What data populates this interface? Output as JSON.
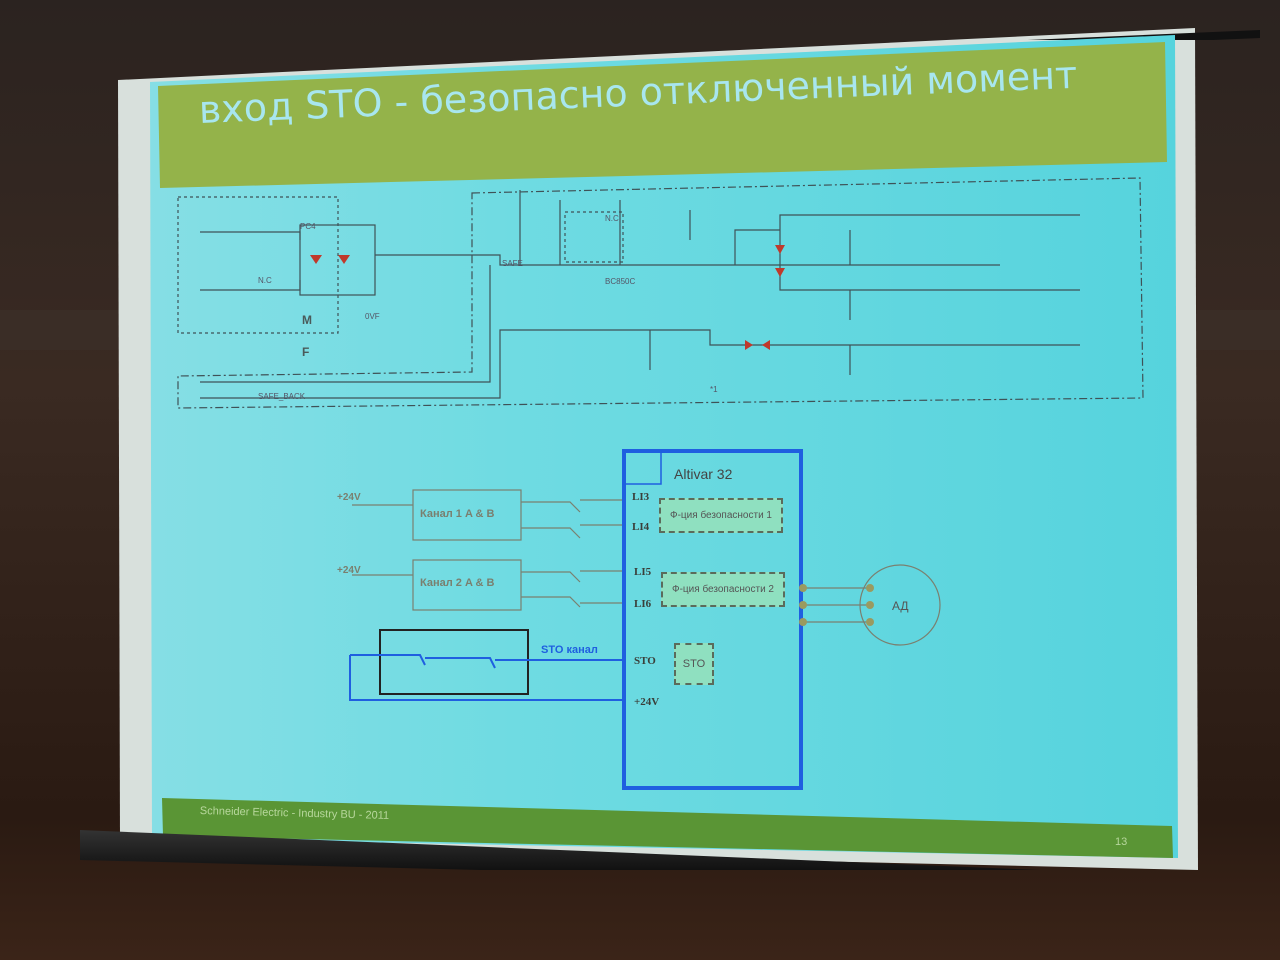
{
  "slide": {
    "title": "вход STO - безопасно отключенный момент",
    "footer": "Schneider Electric - Industry BU - 2011",
    "page_number": "13"
  },
  "schematic": {
    "block_m": "M",
    "block_f": "F",
    "nc_1": "N.C",
    "nc_2": "N.C",
    "net_safe": "SAFE",
    "net_safe_back": "SAFE_BACK",
    "optocoupler": "PC4",
    "transistor": "BC850C",
    "gnd": "0VF",
    "note": "*1"
  },
  "diagram": {
    "drive_name": "Altivar 32",
    "supply_1": "+24V",
    "supply_2": "+24V",
    "channel_1": "Канал 1 A & B",
    "channel_2": "Канал 2 A & B",
    "pins": [
      "LI3",
      "LI4",
      "LI5",
      "LI6",
      "STO",
      "+24V"
    ],
    "safety_func_1": "Ф-ция безопасности 1",
    "safety_func_2": "Ф-ция безопасности 2",
    "sto_block": "STO",
    "sto_channel": "STO канал",
    "motor": "АД"
  },
  "colors": {
    "title_bar": "#94b34a",
    "footer_bar": "#5a9535",
    "slide_bg": "#6fdbe2",
    "drive_border": "#1f5fe0"
  }
}
